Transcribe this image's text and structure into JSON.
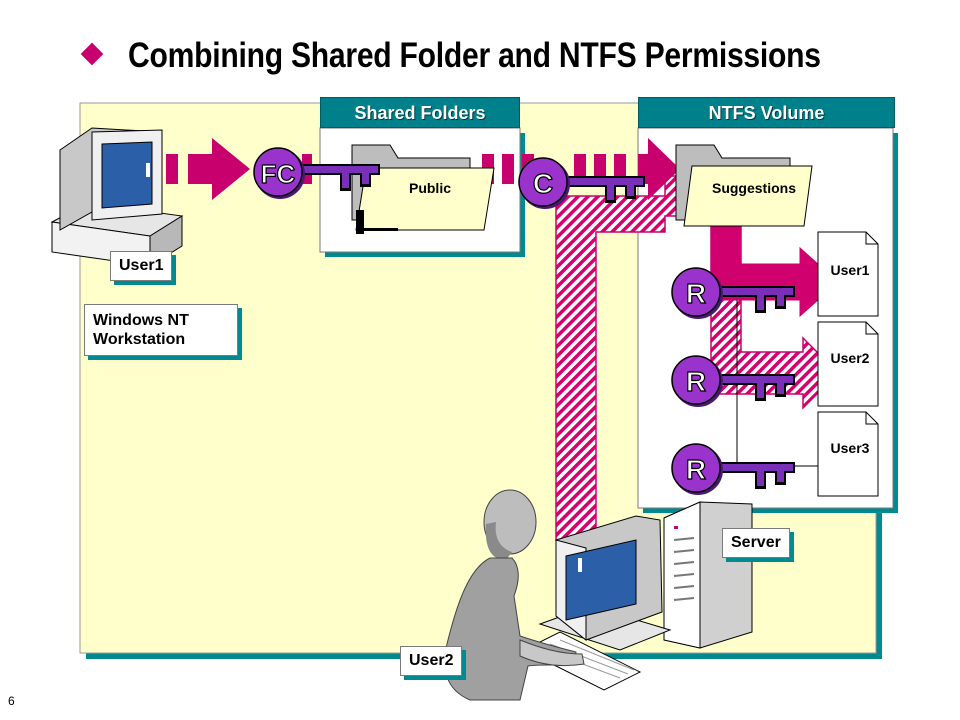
{
  "title": "Combining Shared Folder and NTFS Permissions",
  "page_number": "6",
  "colors": {
    "panel_fill": "#ffffcc",
    "teal": "#00898f",
    "magenta": "#c8006e",
    "key_purple": "#9933cc"
  },
  "labels": {
    "shared_folders": "Shared Folders",
    "ntfs_volume": "NTFS Volume",
    "public_folder": "Public",
    "suggestions_folder": "Suggestions",
    "user1_tag": "User1",
    "os_tag_line1": "Windows NT",
    "os_tag_line2": "Workstation",
    "server_tag": "Server",
    "user2_tag": "User2",
    "file_user1": "User1",
    "file_user2": "User2",
    "file_user3": "User3"
  },
  "keys": {
    "shared_permission": "FC",
    "ntfs_folder_permission": "C",
    "file_user1_permission": "R",
    "file_user2_permission": "R",
    "file_user3_permission": "R"
  },
  "icons": [
    "workstation-computer-icon",
    "server-computer-icon",
    "person-icon",
    "folder-icon",
    "document-icon",
    "permission-key-icon",
    "arrow-icon"
  ]
}
